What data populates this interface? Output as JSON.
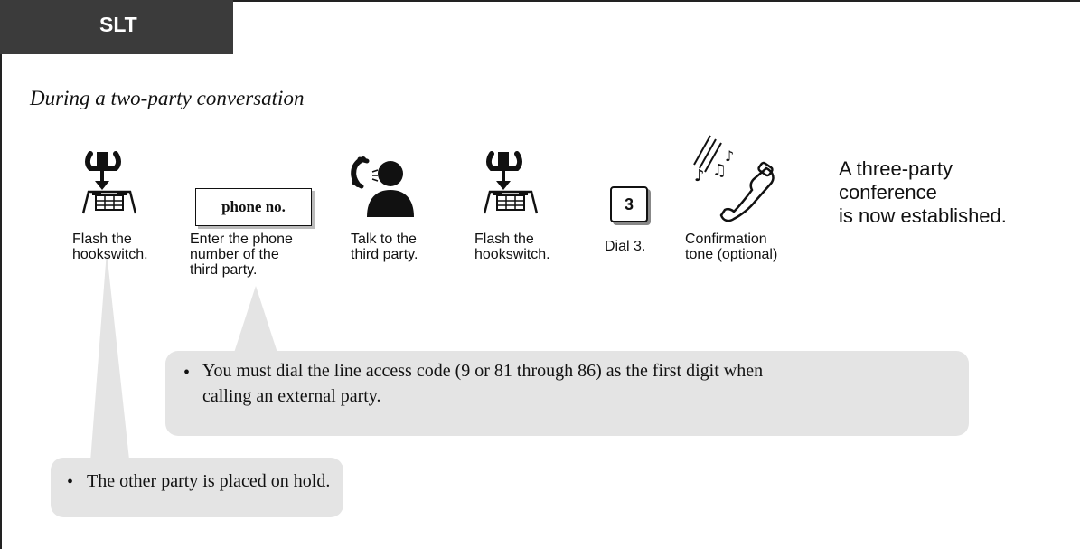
{
  "tab": {
    "label": "SLT"
  },
  "heading": "During a two-party conversation",
  "steps": [
    {
      "icon": "hookswitch-icon",
      "caption": [
        "Flash the",
        "hookswitch."
      ]
    },
    {
      "icon": "phone-number-box",
      "box_text": "phone no.",
      "caption": [
        "Enter the phone",
        "number of the",
        "third party."
      ]
    },
    {
      "icon": "talk-icon",
      "caption": [
        "Talk to the",
        "third party."
      ]
    },
    {
      "icon": "hookswitch-icon",
      "caption": [
        "Flash the",
        "hookswitch."
      ]
    },
    {
      "icon": "dial-key-icon",
      "key": "3",
      "caption": [
        "Dial 3."
      ]
    },
    {
      "icon": "confirmation-tone-icon",
      "caption": [
        "Confirmation",
        "tone (optional)"
      ]
    }
  ],
  "result": [
    "A three-party",
    "conference",
    "is now established."
  ],
  "notes": {
    "dial_note": [
      "You must dial the line access code (9 or 81 through 86) as the first digit when",
      "calling an external party."
    ],
    "hold_note": "The other party is placed on hold."
  },
  "bullet_char": "•",
  "colors": {
    "tab_bg": "#3b3b3b",
    "callout_bg": "#e4e4e4"
  }
}
